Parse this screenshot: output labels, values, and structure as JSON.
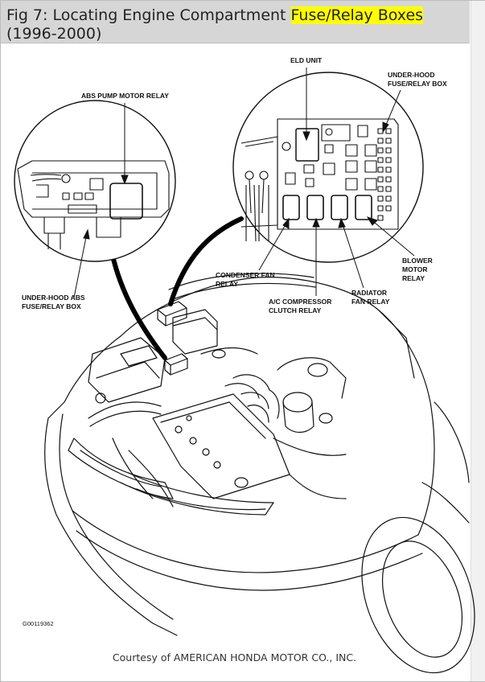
{
  "header": {
    "title_pre": "Fig 7: Locating Engine Compartment ",
    "title_highlight": "Fuse/Relay Boxes",
    "title_post": " (1996-2000)"
  },
  "labels": {
    "eld_unit": "ELD UNIT",
    "under_hood_1": "UNDER-HOOD",
    "under_hood_2": "FUSE/RELAY BOX",
    "abs_pump": "ABS PUMP MOTOR RELAY",
    "abs_box_1": "UNDER-HOOD ABS",
    "abs_box_2": "FUSE/RELAY BOX",
    "condenser_1": "CONDENSER FAN",
    "condenser_2": "RELAY",
    "ac_1": "A/C COMPRESSOR",
    "ac_2": "CLUTCH RELAY",
    "radiator_1": "RADIATOR",
    "radiator_2": "FAN RELAY",
    "blower_1": "BLOWER",
    "blower_2": "MOTOR",
    "blower_3": "RELAY"
  },
  "figure_code": "G00119362",
  "footer": "Courtesy of AMERICAN HONDA MOTOR CO., INC."
}
